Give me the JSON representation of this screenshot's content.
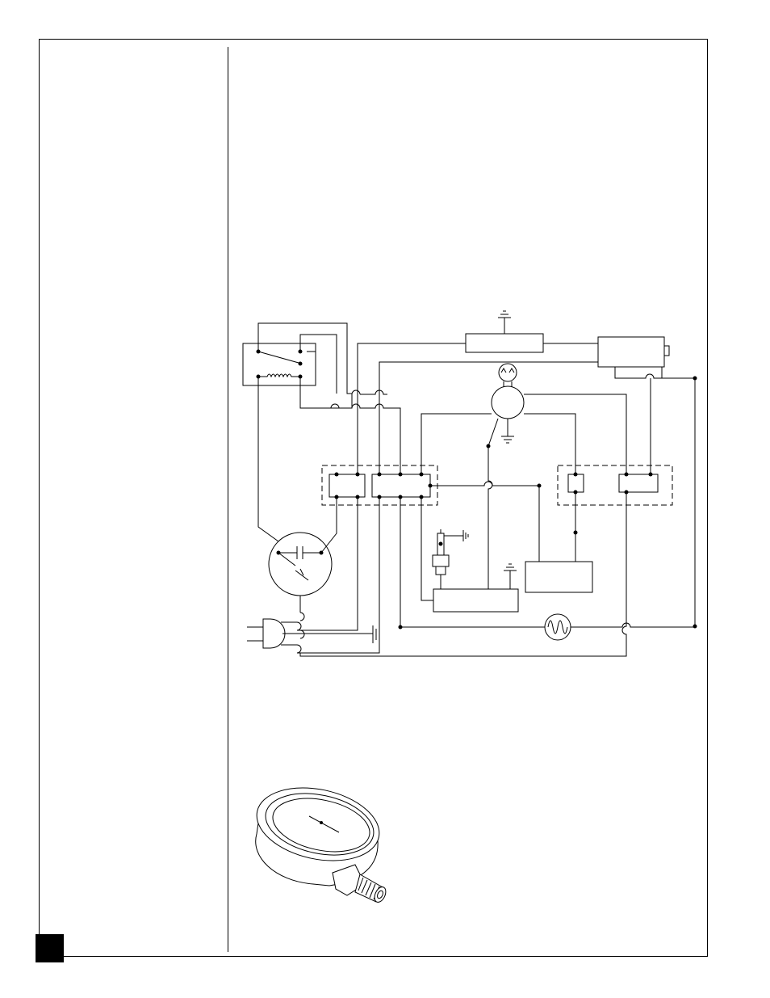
{
  "document": {
    "domain": "Diagram",
    "colors": {
      "ink": "#000000",
      "paper": "#ffffff",
      "page_tab": "#000000"
    },
    "figures": [
      {
        "id": "wiring-diagram",
        "kind": "electrical wiring schematic",
        "labels": []
      },
      {
        "id": "pressure-gauge",
        "kind": "illustration of a pressure gauge",
        "labels": []
      }
    ]
  }
}
